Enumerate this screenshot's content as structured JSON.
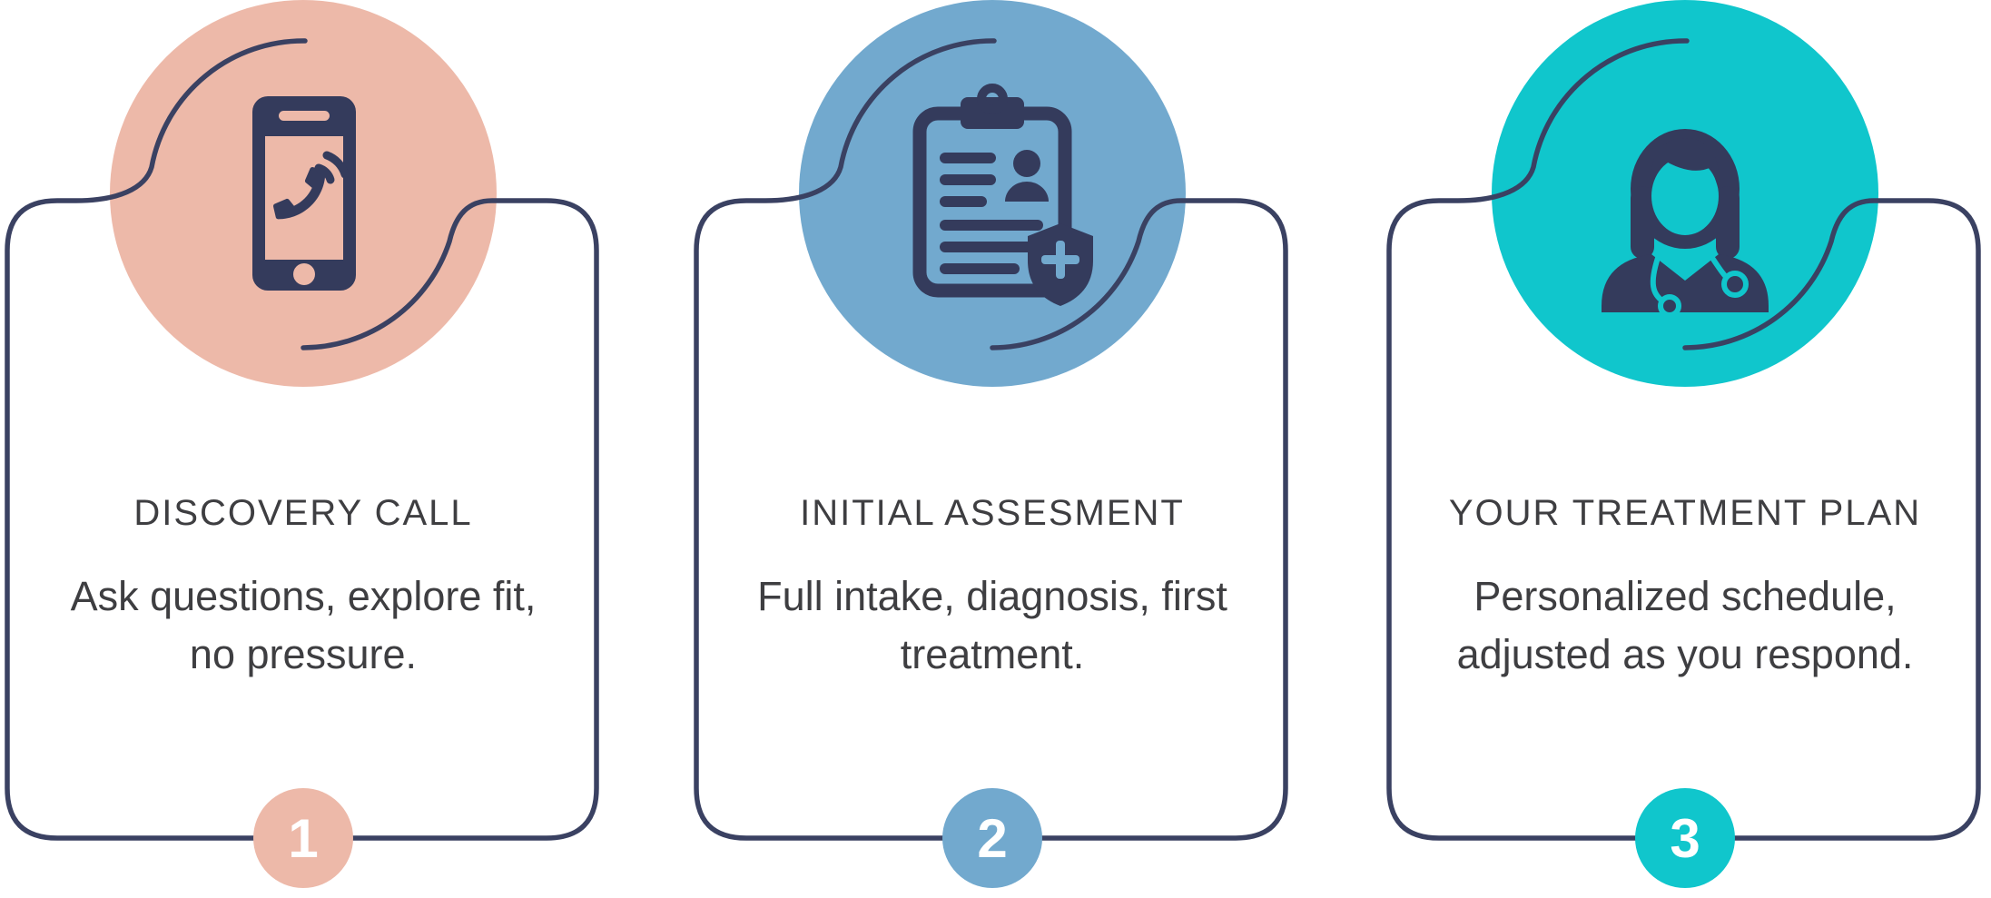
{
  "page": {
    "background_color": "#ffffff",
    "outline_color": "#3a4162",
    "icon_color": "#343b5c",
    "text_color": "#3e3e41",
    "badge_number_color": "#ffffff"
  },
  "steps": [
    {
      "number": "1",
      "title": "DISCOVERY CALL",
      "description_line1": "Ask questions, explore fit,",
      "description_line2": "no pressure.",
      "accent_color": "#edb9a9",
      "icon": "phone-call-icon"
    },
    {
      "number": "2",
      "title": "INITIAL ASSESMENT",
      "description_line1": "Full intake, diagnosis, first",
      "description_line2": "treatment.",
      "accent_color": "#72a9ce",
      "icon": "medical-intake-clipboard-icon"
    },
    {
      "number": "3",
      "title": "YOUR TREATMENT PLAN",
      "description_line1": "Personalized schedule,",
      "description_line2": "adjusted as you respond.",
      "accent_color": "#10c6cc",
      "icon": "female-doctor-icon"
    }
  ]
}
